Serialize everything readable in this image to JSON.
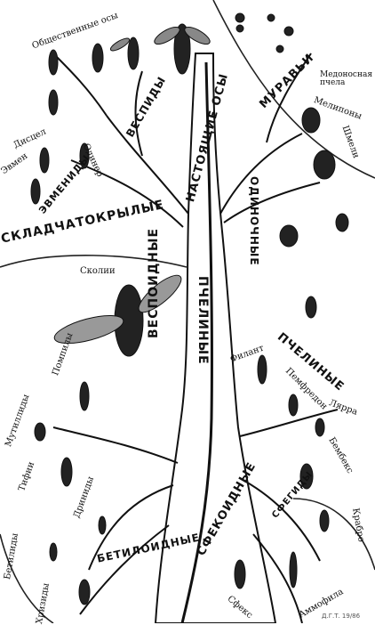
{
  "groups": {
    "vespoid": "ВЕСПОИДНЫЕ",
    "apoid": "ПЧЕЛИНЫЕ",
    "sphecoid": "СФЕКОИДНЫЕ",
    "bethyloid": "БЕТИЛОИДНЫЕ",
    "chrysidoid": "СКЛАДЧАТОКРЫЛЫЕ",
    "true_wasps": "НАСТОЯЩИЕ ОСЫ",
    "vespids": "ВЕСПИДЫ",
    "eumenids": "ЭВМЕНИДЫ",
    "ants": "МУРАВЬИ",
    "solitary": "ОДИНОЧНЫЕ",
    "bees": "ПЧЕЛИНЫЕ",
    "sphecids": "СФЕГИДЫ"
  },
  "species": {
    "social_wasps": "Общественные осы",
    "eumenes": "Эвмен",
    "discoelius": "Дисцел",
    "odynerus": "Одинер",
    "honey_bee": "Медоносная пчела",
    "meliponines": "Мелипоны",
    "bumblebees": "Шмели",
    "scolia": "Сколии",
    "pompilids": "Помпилы",
    "mutillids": "Мутиллиды",
    "tiphiids": "Тифии",
    "dryinids": "Дриниды",
    "bethylids": "Бетилиды",
    "chrysidids": "Хризиды",
    "philanthus": "Филант",
    "pemphredon": "Пемфредон",
    "larra": "Лярра",
    "bembex": "Бембекс",
    "crabro": "Крабро",
    "sphex": "Сфекс",
    "ammophila": "Аммофила"
  },
  "signature": "Д.Г.Т. 19/86"
}
